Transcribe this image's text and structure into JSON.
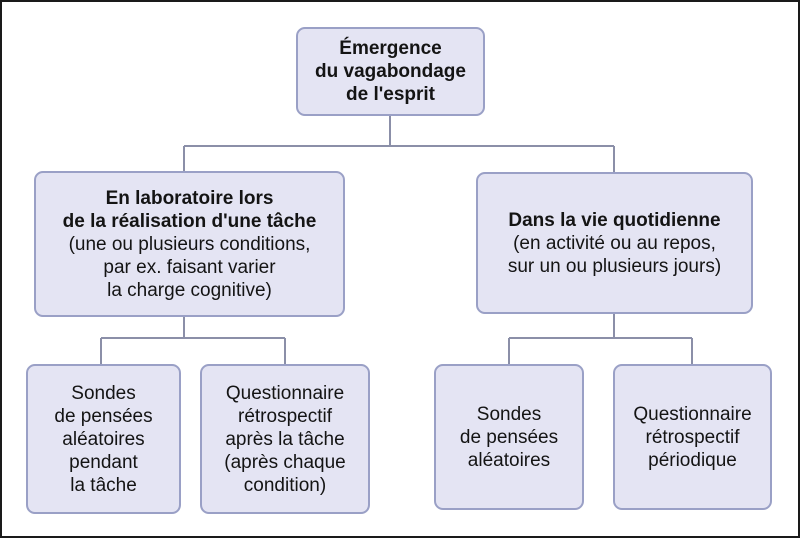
{
  "root": {
    "lines": [
      "Émergence",
      "du vagabondage",
      "de l'esprit"
    ]
  },
  "laboratory": {
    "title_lines": [
      "En laboratoire lors",
      "de la réalisation d'une tâche"
    ],
    "detail_lines": [
      "(une ou plusieurs conditions,",
      "par ex. faisant varier",
      "la charge cognitive)"
    ],
    "children": [
      {
        "lines": [
          "Sondes",
          "de pensées",
          "aléatoires",
          "pendant",
          "la tâche"
        ]
      },
      {
        "lines": [
          "Questionnaire",
          "rétrospectif",
          "après la tâche",
          "(après chaque",
          "condition)"
        ]
      }
    ]
  },
  "daily_life": {
    "title_lines": [
      "Dans la vie quotidienne"
    ],
    "detail_lines": [
      "(en activité ou au repos,",
      "sur un ou plusieurs jours)"
    ],
    "children": [
      {
        "lines": [
          "Sondes",
          "de pensées",
          "aléatoires"
        ]
      },
      {
        "lines": [
          "Questionnaire",
          "rétrospectif",
          "périodique"
        ]
      }
    ]
  },
  "colors": {
    "box_fill": "#e4e4f3",
    "box_border": "#9aa0c6",
    "connector": "#8b8fa8",
    "frame": "#1a1a1a"
  }
}
